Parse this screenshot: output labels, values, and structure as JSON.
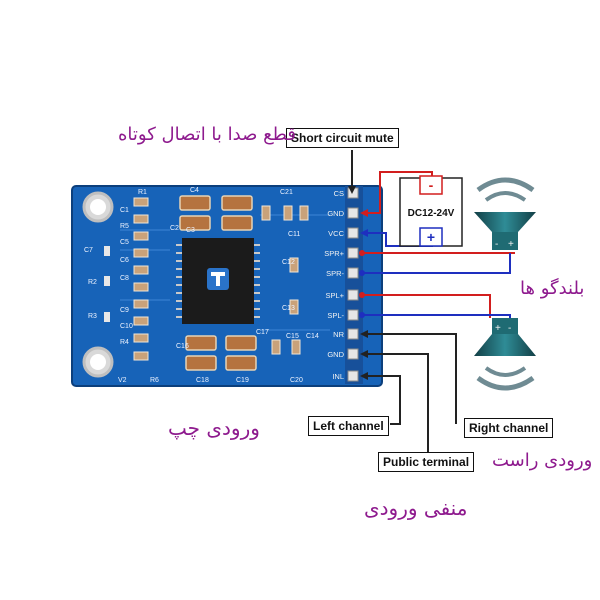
{
  "labels": {
    "short_circuit_mute": "Short circuit mute",
    "left_channel": "Left channel",
    "right_channel": "Right channel",
    "public_terminal": "Public terminal",
    "power": "DC12-24V",
    "minus": "-",
    "plus": "+"
  },
  "persian": {
    "mute_caption": "قطع صدا با اتصال کوتاه",
    "speakers": "بلندگو ها",
    "left_input": "ورودی چپ",
    "right_input": "ورودی راست",
    "negative_input": "منفی ورودی"
  },
  "pins": [
    "CS",
    "GND",
    "VCC",
    "SPR+",
    "SPR-",
    "SPL+",
    "SPL-",
    "NR",
    "GND",
    "INL"
  ],
  "silkscreen": [
    "R1",
    "C4",
    "C21",
    "C2",
    "C3",
    "C11",
    "R5",
    "C5",
    "C6",
    "C7",
    "C8",
    "R2",
    "C9",
    "C10",
    "R3",
    "R4",
    "R6",
    "V2",
    "C12",
    "C13",
    "C14",
    "C15",
    "C16",
    "C17",
    "C18",
    "C19",
    "C20",
    "C1"
  ],
  "colors": {
    "board": "#1763b8",
    "wire_red": "#d21e1e",
    "wire_blue": "#1e2fbf",
    "wire_dark": "#222222",
    "text_purple": "#8e1a8e",
    "speaker": "#1f6b73"
  }
}
